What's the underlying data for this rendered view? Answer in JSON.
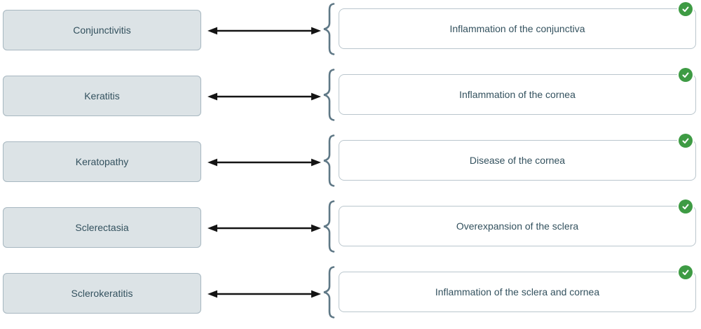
{
  "colors": {
    "background": "#ffffff",
    "term-fill": "#dce3e6",
    "term-border": "#a7b7c0",
    "text": "#33515e",
    "def-border": "#bac6cd",
    "brace": "#5f7886",
    "arrow": "#141414",
    "check-green": "#3e9b44"
  },
  "matching": {
    "pairs": [
      {
        "term": "Conjunctivitis",
        "definition": "Inflammation of the conjunctiva",
        "status": "correct",
        "status_icon": "check-icon"
      },
      {
        "term": "Keratitis",
        "definition": "Inflammation of the cornea",
        "status": "correct",
        "status_icon": "check-icon"
      },
      {
        "term": "Keratopathy",
        "definition": "Disease of the cornea",
        "status": "correct",
        "status_icon": "check-icon"
      },
      {
        "term": "Sclerectasia",
        "definition": "Overexpansion of the sclera",
        "status": "correct",
        "status_icon": "check-icon"
      },
      {
        "term": "Sclerokeratitis",
        "definition": "Inflammation of the sclera and cornea",
        "status": "correct",
        "status_icon": "check-icon"
      }
    ]
  }
}
